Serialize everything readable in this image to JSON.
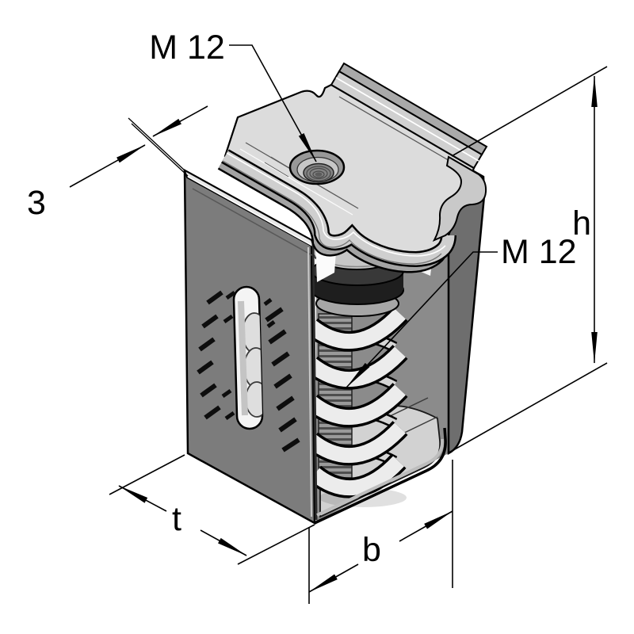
{
  "drawing": {
    "kind": "technical-drawing",
    "subject": "spring-vibration-isolator-section",
    "labels": {
      "top_thread": "M 12",
      "inner_thread": "M 12",
      "sheet_thickness": "3",
      "height": "h",
      "depth": "t",
      "width": "b"
    },
    "colors": {
      "outline": "#000000",
      "wall": "#7c7c7c",
      "bracket": "#dcdcdc",
      "interior": "#8b8b8b",
      "floor": "#d2d2d2",
      "spring": "#ececec",
      "rubber": "#1e1e1e",
      "background": "#ffffff"
    }
  }
}
